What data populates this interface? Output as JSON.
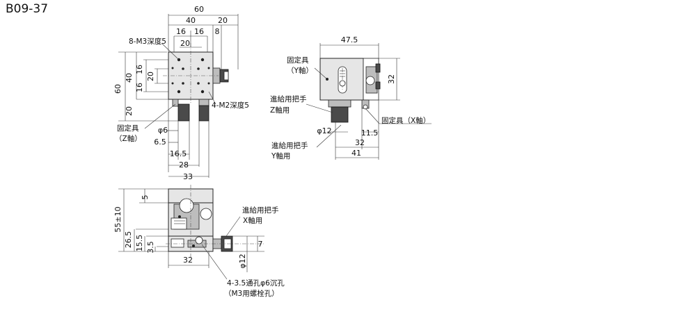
{
  "title": "B09-37",
  "dims": {
    "d60": "60",
    "d40": "40",
    "d20": "20",
    "d16": "16",
    "d8": "8",
    "d6_5": "6.5",
    "d16_5": "16.5",
    "d28": "28",
    "d33": "33",
    "d47_5": "47.5",
    "d32": "32",
    "d41": "41",
    "d11_5": "11.5",
    "d5": "5",
    "d55_10": "55±10",
    "d26_5": "26.5",
    "d15_5": "15.5",
    "d3_5": "3.5",
    "d7": "7",
    "phi6": "φ6",
    "phi12": "φ12"
  },
  "labels": {
    "m3": "8-M3深度5",
    "m2": "4-M2深度5",
    "fix_z_1": "固定具",
    "fix_z_2": "（Z軸）",
    "fix_y_1": "固定具",
    "fix_y_2": "（Y軸）",
    "feed_z_1": "進給用把手",
    "feed_z_2": "Z軸用",
    "feed_y_1": "進給用把手",
    "feed_y_2": "Y軸用",
    "fix_x": "固定具（X軸）",
    "feed_x_1": "進給用把手",
    "feed_x_2": "X軸用",
    "hole_1": "4-3.5通孔φ6沉孔",
    "hole_2": "（M3用螺栓孔）"
  }
}
